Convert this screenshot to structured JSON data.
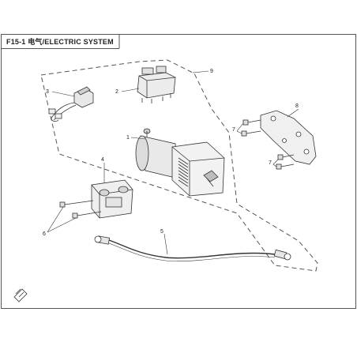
{
  "title": "F15-1 电气/ELECTRIC SYSTEM",
  "callouts": {
    "c1": "1",
    "c2": "2",
    "c3": "3",
    "c4": "4",
    "c5": "5",
    "c6": "6",
    "c7a": "7",
    "c7b": "7",
    "c8": "8",
    "c9": "9"
  },
  "colors": {
    "line": "#333333",
    "frame": "#555555",
    "fill_light": "#f2f2f2",
    "fill_mid": "#d9d9d9",
    "fill_dark": "#9a9a9a"
  }
}
